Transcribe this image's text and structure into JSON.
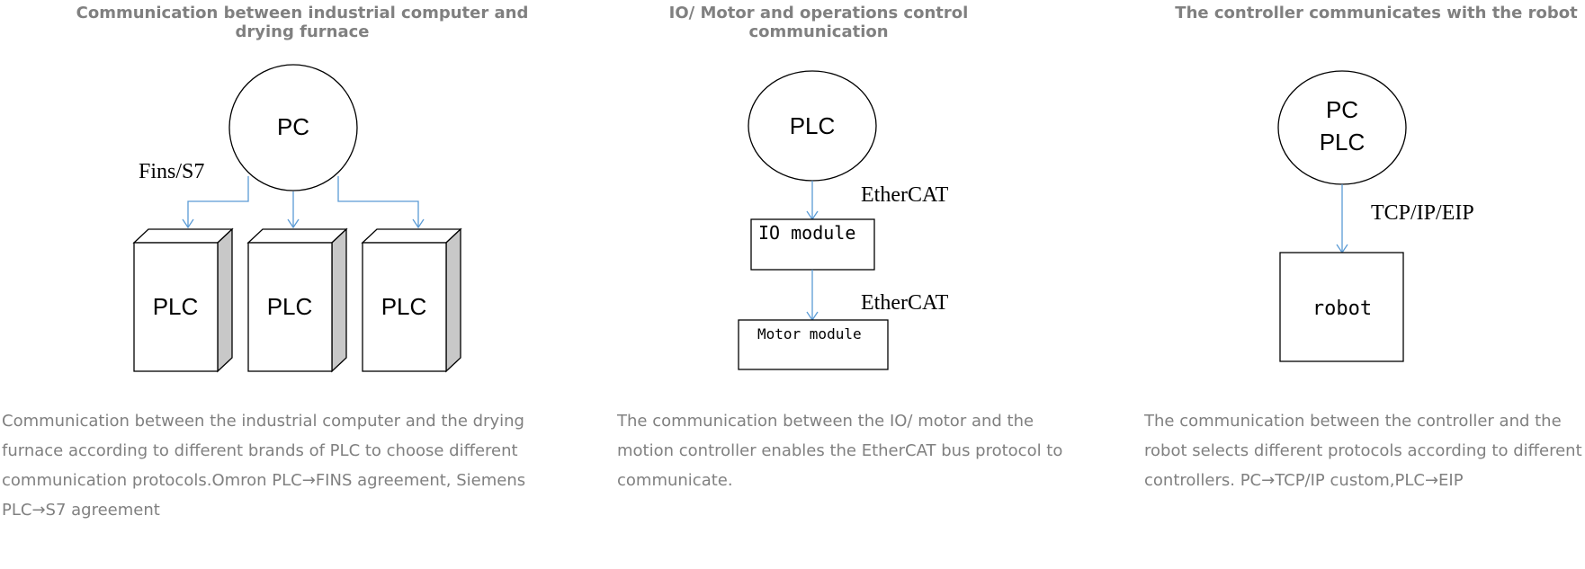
{
  "colors": {
    "connector": "#5b9bd5",
    "title": "#808080",
    "description": "#808080"
  },
  "panels": [
    {
      "title": "Communication between industrial computer and drying furnace",
      "nodes": {
        "hub": "PC",
        "plc_1": "PLC",
        "plc_2": "PLC",
        "plc_3": "PLC"
      },
      "protocol_label": "Fins/S7",
      "description": "Communication between the industrial computer and the drying furnace according to different brands of PLC to choose different communication protocols.Omron PLC→FINS agreement, Siemens PLC→S7 agreement"
    },
    {
      "title": "IO/ Motor and operations control communication",
      "nodes": {
        "hub": "PLC",
        "io_module": "IO module",
        "motor_module": "Motor module"
      },
      "protocol_label_1": "EtherCAT",
      "protocol_label_2": "EtherCAT",
      "description": "The communication between the IO/ motor and the motion controller enables the EtherCAT bus protocol to communicate."
    },
    {
      "title": "The controller communicates with the robot",
      "nodes": {
        "hub_line_1": "PC",
        "hub_line_2": "PLC",
        "robot": "robot"
      },
      "protocol_label": "TCP/IP/EIP",
      "description": "The communication between the controller and the robot selects different protocols according to different controllers. PC→TCP/IP custom,PLC→EIP"
    }
  ]
}
